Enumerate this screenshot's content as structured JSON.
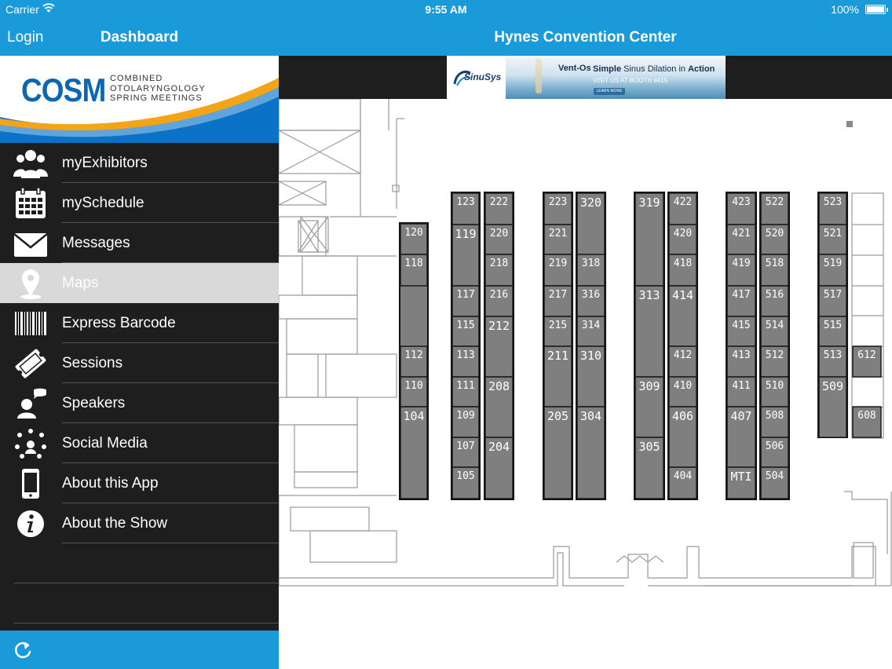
{
  "status_bar": {
    "carrier": "Carrier",
    "time": "9:55 AM",
    "battery": "100%"
  },
  "sidebar": {
    "login_label": "Login",
    "title": "Dashboard",
    "logo": {
      "name": "COSM",
      "line1": "COMBINED",
      "line2": "OTOLARYNGOLOGY",
      "line3": "SPRING MEETINGS"
    },
    "items": [
      {
        "label": "myExhibitors",
        "icon": "people-icon",
        "active": false
      },
      {
        "label": "mySchedule",
        "icon": "calendar-icon",
        "active": false
      },
      {
        "label": "Messages",
        "icon": "envelope-icon",
        "active": false
      },
      {
        "label": "Maps",
        "icon": "map-pin-icon",
        "active": true
      },
      {
        "label": "Express Barcode",
        "icon": "barcode-icon",
        "active": false
      },
      {
        "label": "Sessions",
        "icon": "ticket-icon",
        "active": false
      },
      {
        "label": "Speakers",
        "icon": "speaker-icon",
        "active": false
      },
      {
        "label": "Social Media",
        "icon": "social-network-icon",
        "active": false
      },
      {
        "label": "About this App",
        "icon": "phone-icon",
        "active": false
      },
      {
        "label": "About the Show",
        "icon": "info-icon",
        "active": false
      }
    ],
    "footer_icon": "refresh-icon"
  },
  "main": {
    "title": "Hynes Convention Center",
    "ad": {
      "logo": "SinuSys",
      "brand": "Vent-Os",
      "headline_bold1": "Simple",
      "headline_mid": " Sinus Dilation in ",
      "headline_bold2": "Action",
      "booth": "VISIT US AT BOOTH #415",
      "cta": "LEARN MORE"
    }
  },
  "booths": [
    "123",
    "222",
    "223",
    "320",
    "319",
    "422",
    "423",
    "522",
    "523",
    "120",
    "119",
    "220",
    "221",
    "420",
    "421",
    "520",
    "521",
    "118",
    "218",
    "219",
    "318",
    "418",
    "419",
    "518",
    "519",
    "117",
    "216",
    "217",
    "316",
    "313",
    "414",
    "417",
    "516",
    "517",
    "115",
    "212",
    "215",
    "314",
    "415",
    "514",
    "515",
    "112",
    "113",
    "211",
    "310",
    "412",
    "413",
    "512",
    "513",
    "612",
    "110",
    "111",
    "208",
    "309",
    "410",
    "411",
    "510",
    "509",
    "104",
    "109",
    "205",
    "304",
    "406",
    "407",
    "508",
    "608",
    "107",
    "204",
    "305",
    "506",
    "105",
    "404",
    "MTI",
    "504"
  ]
}
